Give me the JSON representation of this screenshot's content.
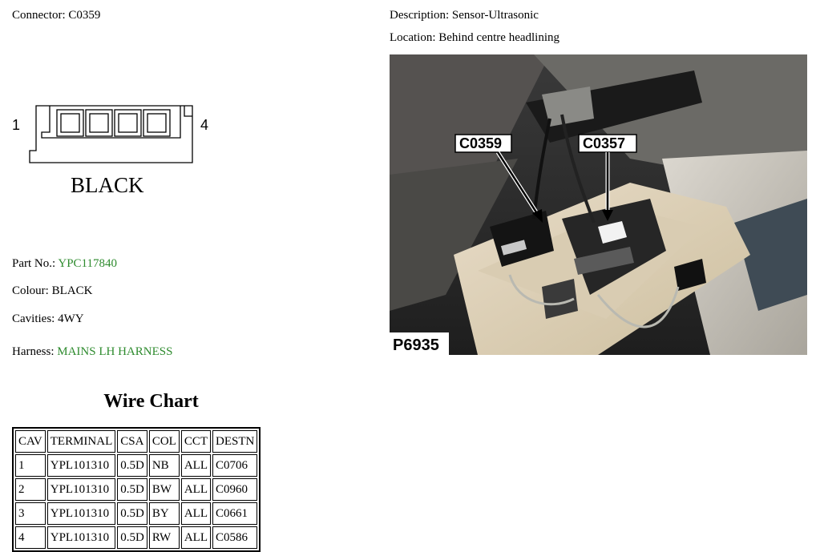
{
  "connector": {
    "label": "Connector:",
    "value": "C0359"
  },
  "description": {
    "label": "Description:",
    "value": "Sensor-Ultrasonic"
  },
  "location": {
    "label": "Location:",
    "value": "Behind centre headlining"
  },
  "diagram": {
    "pin_left": "1",
    "pin_right": "4",
    "color_label": "BLACK"
  },
  "part_no": {
    "label": "Part No.:",
    "value": "YPC117840"
  },
  "colour": {
    "label": "Colour:",
    "value": "BLACK"
  },
  "cavities": {
    "label": "Cavities:",
    "value": "4WY"
  },
  "harness": {
    "label": "Harness:",
    "value": "MAINS LH HARNESS"
  },
  "photo": {
    "callout_1": "C0359",
    "callout_2": "C0357",
    "ref": "P6935"
  },
  "wire_chart": {
    "title": "Wire Chart",
    "headers": [
      "CAV",
      "TERMINAL",
      "CSA",
      "COL",
      "CCT",
      "DESTN"
    ],
    "rows": [
      [
        "1",
        "YPL101310",
        "0.5D",
        "NB",
        "ALL",
        "C0706"
      ],
      [
        "2",
        "YPL101310",
        "0.5D",
        "BW",
        "ALL",
        "C0960"
      ],
      [
        "3",
        "YPL101310",
        "0.5D",
        "BY",
        "ALL",
        "C0661"
      ],
      [
        "4",
        "YPL101310",
        "0.5D",
        "RW",
        "ALL",
        "C0586"
      ]
    ]
  },
  "colors": {
    "link_green": "#2e8b2e"
  }
}
